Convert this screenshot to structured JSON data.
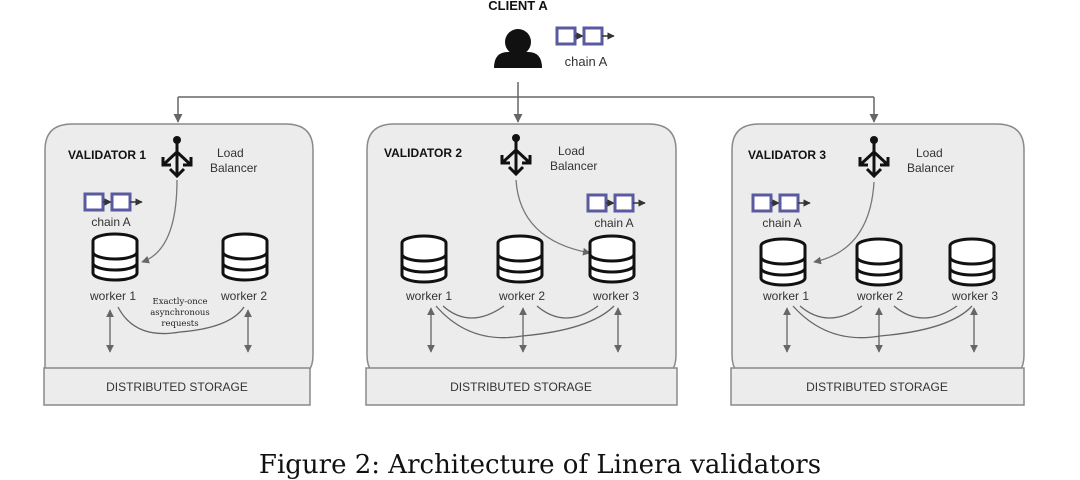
{
  "client": {
    "title": "CLIENT A",
    "chain_label": "chain A"
  },
  "validators": [
    {
      "title": "VALIDATOR 1",
      "load_balancer_line1": "Load",
      "load_balancer_line2": "Balancer",
      "chain_label": "chain A",
      "workers": [
        "worker 1",
        "worker 2"
      ],
      "annotation": [
        "Exactly-once",
        "asynchronous",
        "requests"
      ],
      "storage_label": "DISTRIBUTED STORAGE"
    },
    {
      "title": "VALIDATOR 2",
      "load_balancer_line1": "Load",
      "load_balancer_line2": "Balancer",
      "chain_label": "chain A",
      "workers": [
        "worker 1",
        "worker 2",
        "worker 3"
      ],
      "storage_label": "DISTRIBUTED STORAGE"
    },
    {
      "title": "VALIDATOR 3",
      "load_balancer_line1": "Load",
      "load_balancer_line2": "Balancer",
      "chain_label": "chain A",
      "workers": [
        "worker 1",
        "worker 2",
        "worker 3"
      ],
      "storage_label": "DISTRIBUTED STORAGE"
    }
  ],
  "caption": "Figure 2: Architecture of Linera validators",
  "colors": {
    "chain_block": "#5a5aa0",
    "panel_fill": "#ececec",
    "panel_stroke": "#8a8a8a",
    "arrow": "#666666"
  }
}
